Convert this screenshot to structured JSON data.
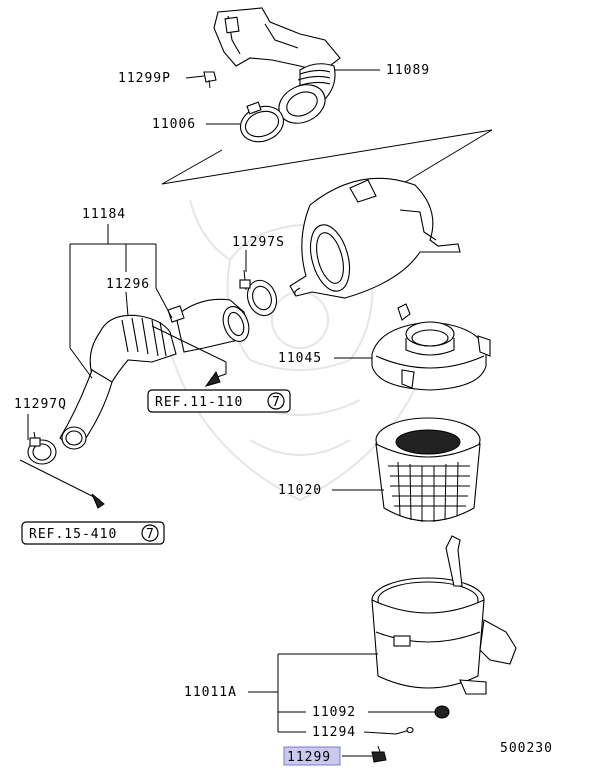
{
  "diagram_id": "500230",
  "parts": [
    {
      "key": "p11299p",
      "label": "11299P"
    },
    {
      "key": "p11089",
      "label": "11089"
    },
    {
      "key": "p11006",
      "label": "11006"
    },
    {
      "key": "p11184",
      "label": "11184"
    },
    {
      "key": "p11297s",
      "label": "11297S"
    },
    {
      "key": "p11296",
      "label": "11296"
    },
    {
      "key": "p11045",
      "label": "11045"
    },
    {
      "key": "p11297q",
      "label": "11297Q"
    },
    {
      "key": "p11020",
      "label": "11020"
    },
    {
      "key": "p11011a",
      "label": "11011A"
    },
    {
      "key": "p11092",
      "label": "11092"
    },
    {
      "key": "p11294",
      "label": "11294"
    },
    {
      "key": "p11299",
      "label": "11299",
      "highlighted": true
    }
  ],
  "references": [
    {
      "key": "ref1",
      "text": "REF.11-110",
      "circle": "7"
    },
    {
      "key": "ref2",
      "text": "REF.15-410",
      "circle": "7"
    }
  ],
  "colors": {
    "line": "#000000",
    "highlight": "#c9c9ee",
    "watermark": "#e6e6e6"
  }
}
